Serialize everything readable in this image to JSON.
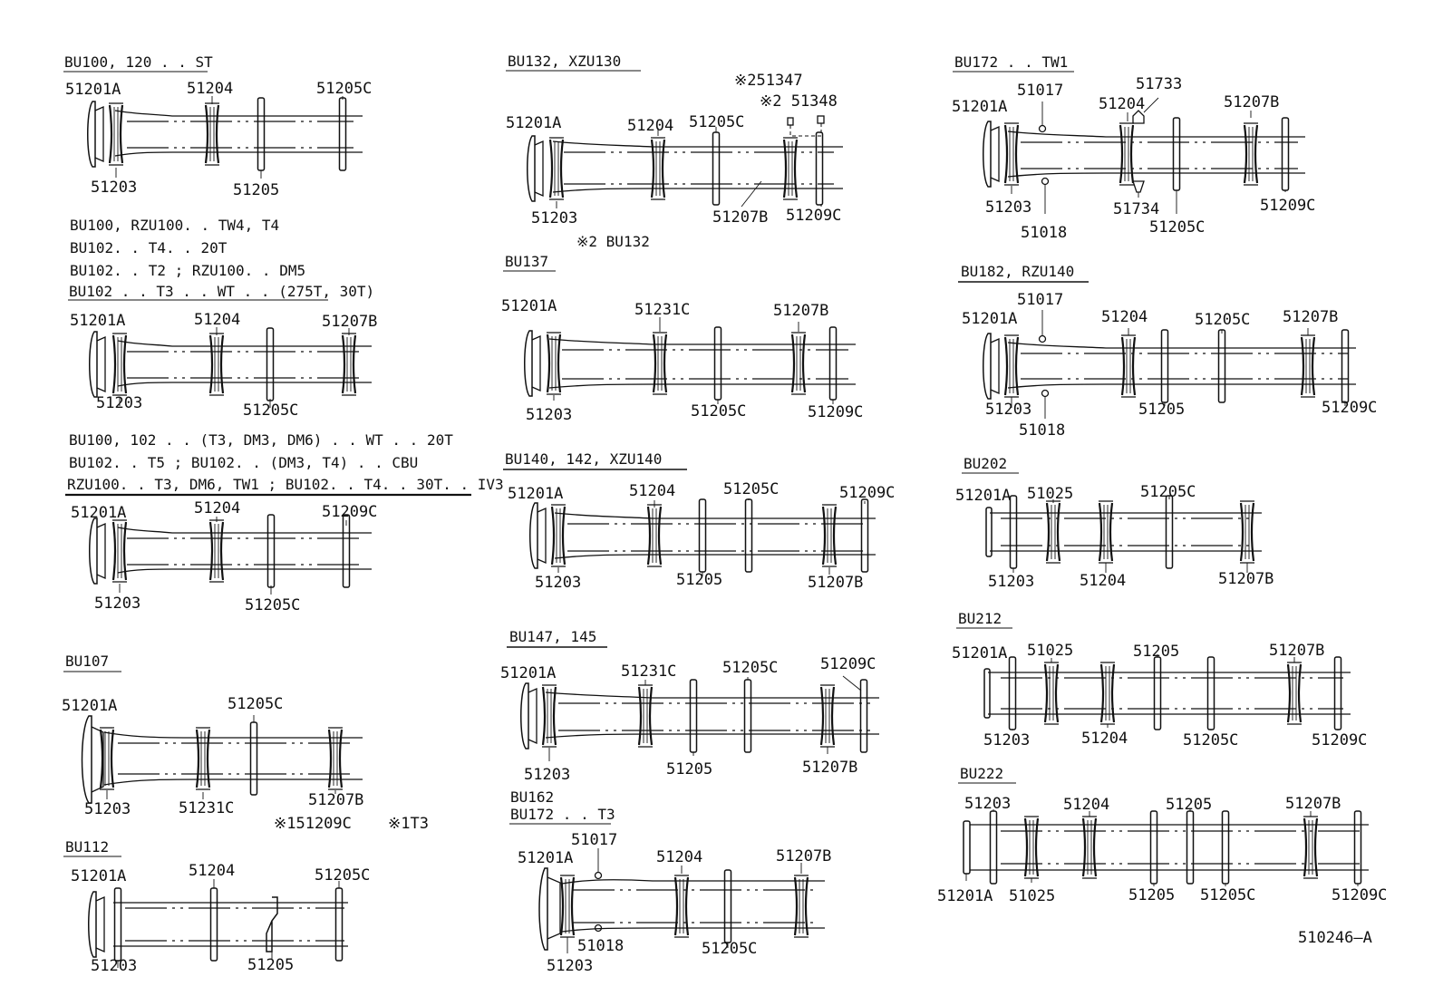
{
  "blocks": [
    {
      "titles": [
        {
          "text": "BU100, 120 . . ST"
        }
      ],
      "labels": [
        "51201A",
        "51204",
        "51205C",
        "51203",
        "51205"
      ]
    },
    {
      "titles": [
        {
          "text": "BU100, RZU100. . TW4, T4"
        },
        {
          "text": "BU102. . T4. . 20T"
        },
        {
          "text": "BU102. . T2 ; RZU100. . DM5"
        },
        {
          "text": "BU102 . . T3 . . WT . . (275T, 30T)"
        }
      ],
      "labels": [
        "51201A",
        "51204",
        "51207B",
        "51203",
        "51205C"
      ]
    },
    {
      "titles": [
        {
          "text": "BU100, 102 . . (T3, DM3, DM6) . . WT . . 20T"
        },
        {
          "text": "BU102. . T5 ; BU102. .  (DM3, T4) . . CBU"
        },
        {
          "text": "RZU100. . T3, DM6, TW1 ; BU102. . T4. . 30T. . IV3"
        }
      ],
      "labels": [
        "51201A",
        "51204",
        "51209C",
        "51203",
        "51205C"
      ]
    },
    {
      "titles": [
        {
          "text": "BU107"
        }
      ],
      "labels": [
        "51201A",
        "51205C",
        "51203",
        "51231C",
        "51207B"
      ],
      "notes": [
        "※151209C",
        "※1T3"
      ]
    },
    {
      "titles": [
        {
          "text": "BU112"
        }
      ],
      "labels": [
        "51201A",
        "51204",
        "51205C",
        "51203",
        "51205"
      ]
    },
    {
      "titles": [
        {
          "text": "BU132, XZU130"
        }
      ],
      "labels": [
        "※251347",
        "※2 51348",
        "51201A",
        "51204",
        "51205C",
        "51203",
        "51207B",
        "51209C"
      ],
      "notes": [
        "※2 BU132"
      ]
    },
    {
      "titles": [
        {
          "text": "BU137"
        }
      ],
      "labels": [
        "51201A",
        "51231C",
        "51207B",
        "51203",
        "51205C",
        "51209C"
      ]
    },
    {
      "titles": [
        {
          "text": "BU140, 142, XZU140"
        }
      ],
      "labels": [
        "51201A",
        "51204",
        "51205C",
        "51209C",
        "51203",
        "51205",
        "51207B"
      ]
    },
    {
      "titles": [
        {
          "text": "BU147, 145"
        }
      ],
      "labels": [
        "51201A",
        "51231C",
        "51205C",
        "51209C",
        "51203",
        "51205",
        "51207B"
      ]
    },
    {
      "titles": [
        {
          "text": "BU162"
        },
        {
          "text": "BU172 . . T3"
        }
      ],
      "labels": [
        "51017",
        "51201A",
        "51204",
        "51207B",
        "51018",
        "51203",
        "51205C"
      ]
    },
    {
      "titles": [
        {
          "text": "BU172 . . TW1"
        }
      ],
      "labels": [
        "51733",
        "51017",
        "51201A",
        "51204",
        "51207B",
        "51203",
        "51734",
        "51209C",
        "51018",
        "51205C"
      ]
    },
    {
      "titles": [
        {
          "text": "BU182, RZU140"
        }
      ],
      "labels": [
        "51017",
        "51201A",
        "51204",
        "51205C",
        "51207B",
        "51203",
        "51205",
        "51209C",
        "51018"
      ]
    },
    {
      "titles": [
        {
          "text": "BU202"
        }
      ],
      "labels": [
        "51201A",
        "51025",
        "51205C",
        "51203",
        "51204",
        "51207B"
      ]
    },
    {
      "titles": [
        {
          "text": "BU212"
        }
      ],
      "labels": [
        "51201A",
        "51025",
        "51205",
        "51207B",
        "51203",
        "51204",
        "51205C",
        "51209C"
      ]
    },
    {
      "titles": [
        {
          "text": "BU222"
        }
      ],
      "labels": [
        "51203",
        "51204",
        "51205",
        "51207B",
        "51201A",
        "51025",
        "51205",
        "51205C",
        "51209C"
      ]
    }
  ],
  "footer_code": "510246–A"
}
